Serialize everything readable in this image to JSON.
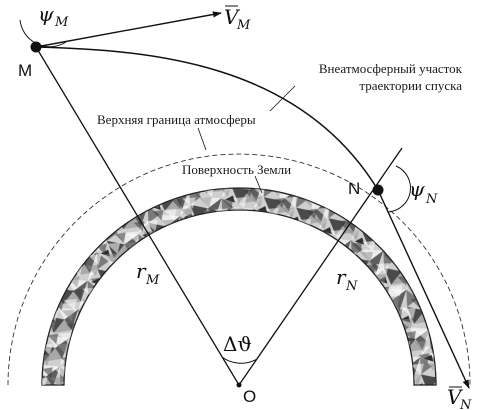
{
  "labels": {
    "trajectory_line1": "Внеатмосферный участок",
    "trajectory_line2": "траектории спуска",
    "atmosphere_boundary": "Верхняя граница атмосферы",
    "earth_surface": "Поверхность Земли",
    "point_m": "M",
    "point_n": "N",
    "point_o": "O",
    "psi_symbol": "ψ",
    "v_symbol": "V",
    "r_symbol": "r",
    "sub_m": "M",
    "sub_n": "N",
    "delta_theta": "Δϑ"
  },
  "colors": {
    "ink": "#111111",
    "earth_light": "#d6d6d6",
    "earth_dark": "#3a3a3a"
  }
}
